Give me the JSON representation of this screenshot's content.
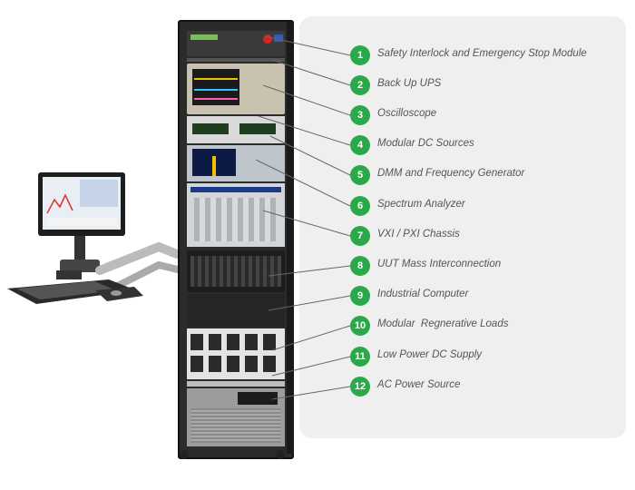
{
  "colors": {
    "badge": "#2aa84a",
    "label": "#555555",
    "panel": "#efefef",
    "rack": "#2b2b2b"
  },
  "callouts": [
    {
      "number": "1",
      "label": "Safety Interlock and Emergency Stop Module"
    },
    {
      "number": "2",
      "label": "Back Up UPS"
    },
    {
      "number": "3",
      "label": "Oscilloscope"
    },
    {
      "number": "4",
      "label": "Modular DC Sources"
    },
    {
      "number": "5",
      "label": "DMM and Frequency Generator"
    },
    {
      "number": "6",
      "label": "Spectrum Analyzer"
    },
    {
      "number": "7",
      "label": "VXI / PXI Chassis"
    },
    {
      "number": "8",
      "label": "UUT Mass Interconnection"
    },
    {
      "number": "9",
      "label": "Industrial Computer"
    },
    {
      "number": "10",
      "label": "Modular  Regnerative Loads"
    },
    {
      "number": "11",
      "label": "Low Power DC Supply"
    },
    {
      "number": "12",
      "label": "AC Power Source"
    }
  ]
}
